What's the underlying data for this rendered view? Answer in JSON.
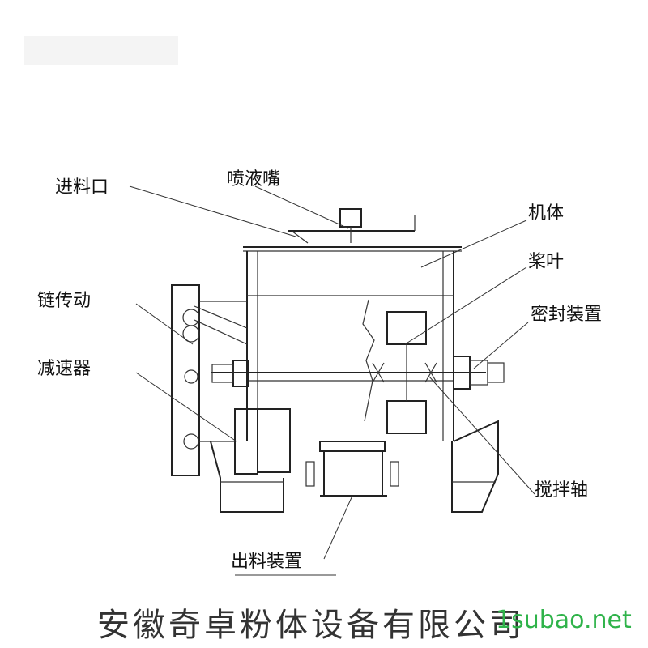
{
  "labels": {
    "feed_inlet": "进料口",
    "spray_nozzle": "喷液嘴",
    "body": "机体",
    "blade": "桨叶",
    "chain_drive": "链传动",
    "seal": "密封装置",
    "reducer": "减速器",
    "agitator_shaft": "搅拌轴",
    "discharge": "出料装置"
  },
  "company": "安徽奇卓粉体设备有限公司",
  "watermark": "1subao.net"
}
